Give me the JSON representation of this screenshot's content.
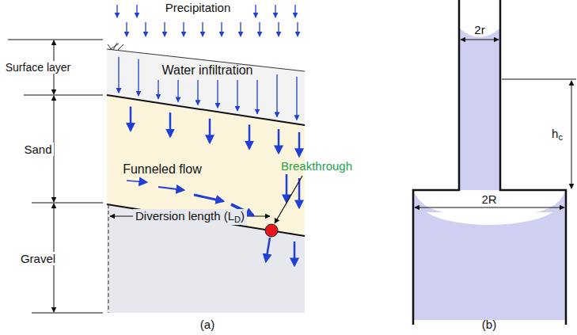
{
  "diagram": {
    "labels": [
      "Precipitation",
      "Surface layer",
      "Water infiltration",
      "Sand",
      "Funneled flow",
      "Breakthrough",
      "Gravel",
      "Diversion length (L",
      "D",
      ")",
      "2r",
      "h",
      "c",
      "2R",
      "(a)",
      "(b)"
    ]
  }
}
